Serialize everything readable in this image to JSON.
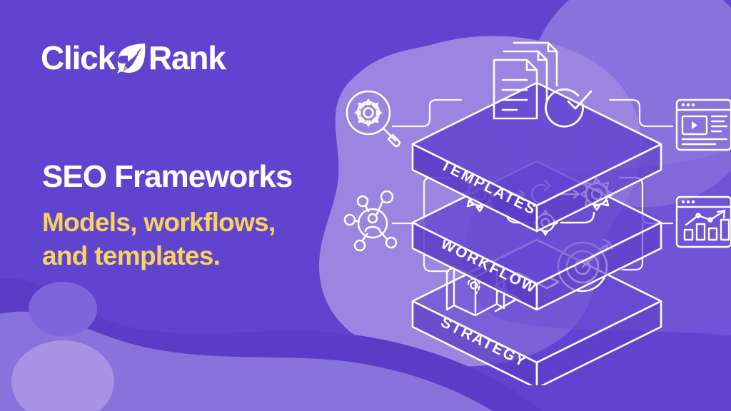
{
  "brand": {
    "name_part1": "Click",
    "name_part2": "Rank",
    "logo_icon": "leaf-rocket-icon",
    "colors": {
      "background": "#6044D0",
      "blob_light": "#9A86E0",
      "blob_mid": "#8872DC",
      "blob_deep": "#5A3CC6",
      "accent_yellow": "#F6D45E",
      "text_white": "#FFFFFF",
      "stroke_white": "#FFFFFF"
    }
  },
  "headline": {
    "title": "SEO Frameworks",
    "subtitle_line1": "Models, workflows,",
    "subtitle_line2": "and templates."
  },
  "illustration": {
    "name": "seo-framework-stack-illustration",
    "layers": [
      {
        "id": "templates",
        "label": "TEMPLATES",
        "icons": [
          "documents-stack-icon",
          "check-circle-icon"
        ]
      },
      {
        "id": "workflow",
        "label": "WORKFLOW",
        "icons": [
          "gear-icon",
          "arrow-right-icon",
          "refresh-icon",
          "gear-small-icon"
        ]
      },
      {
        "id": "strategy",
        "label": "STRATEGY",
        "icons": [
          "map-icon",
          "path-arrow-icon",
          "target-dartboard-icon"
        ]
      }
    ],
    "side_icons": [
      {
        "id": "research",
        "name": "magnifier-gear-icon",
        "side": "left",
        "row": "top"
      },
      {
        "id": "audience",
        "name": "network-user-icon",
        "side": "left",
        "row": "bottom"
      },
      {
        "id": "content",
        "name": "browser-video-icon",
        "side": "right",
        "row": "top"
      },
      {
        "id": "analytics",
        "name": "browser-chart-icon",
        "side": "right",
        "row": "bottom"
      }
    ]
  }
}
